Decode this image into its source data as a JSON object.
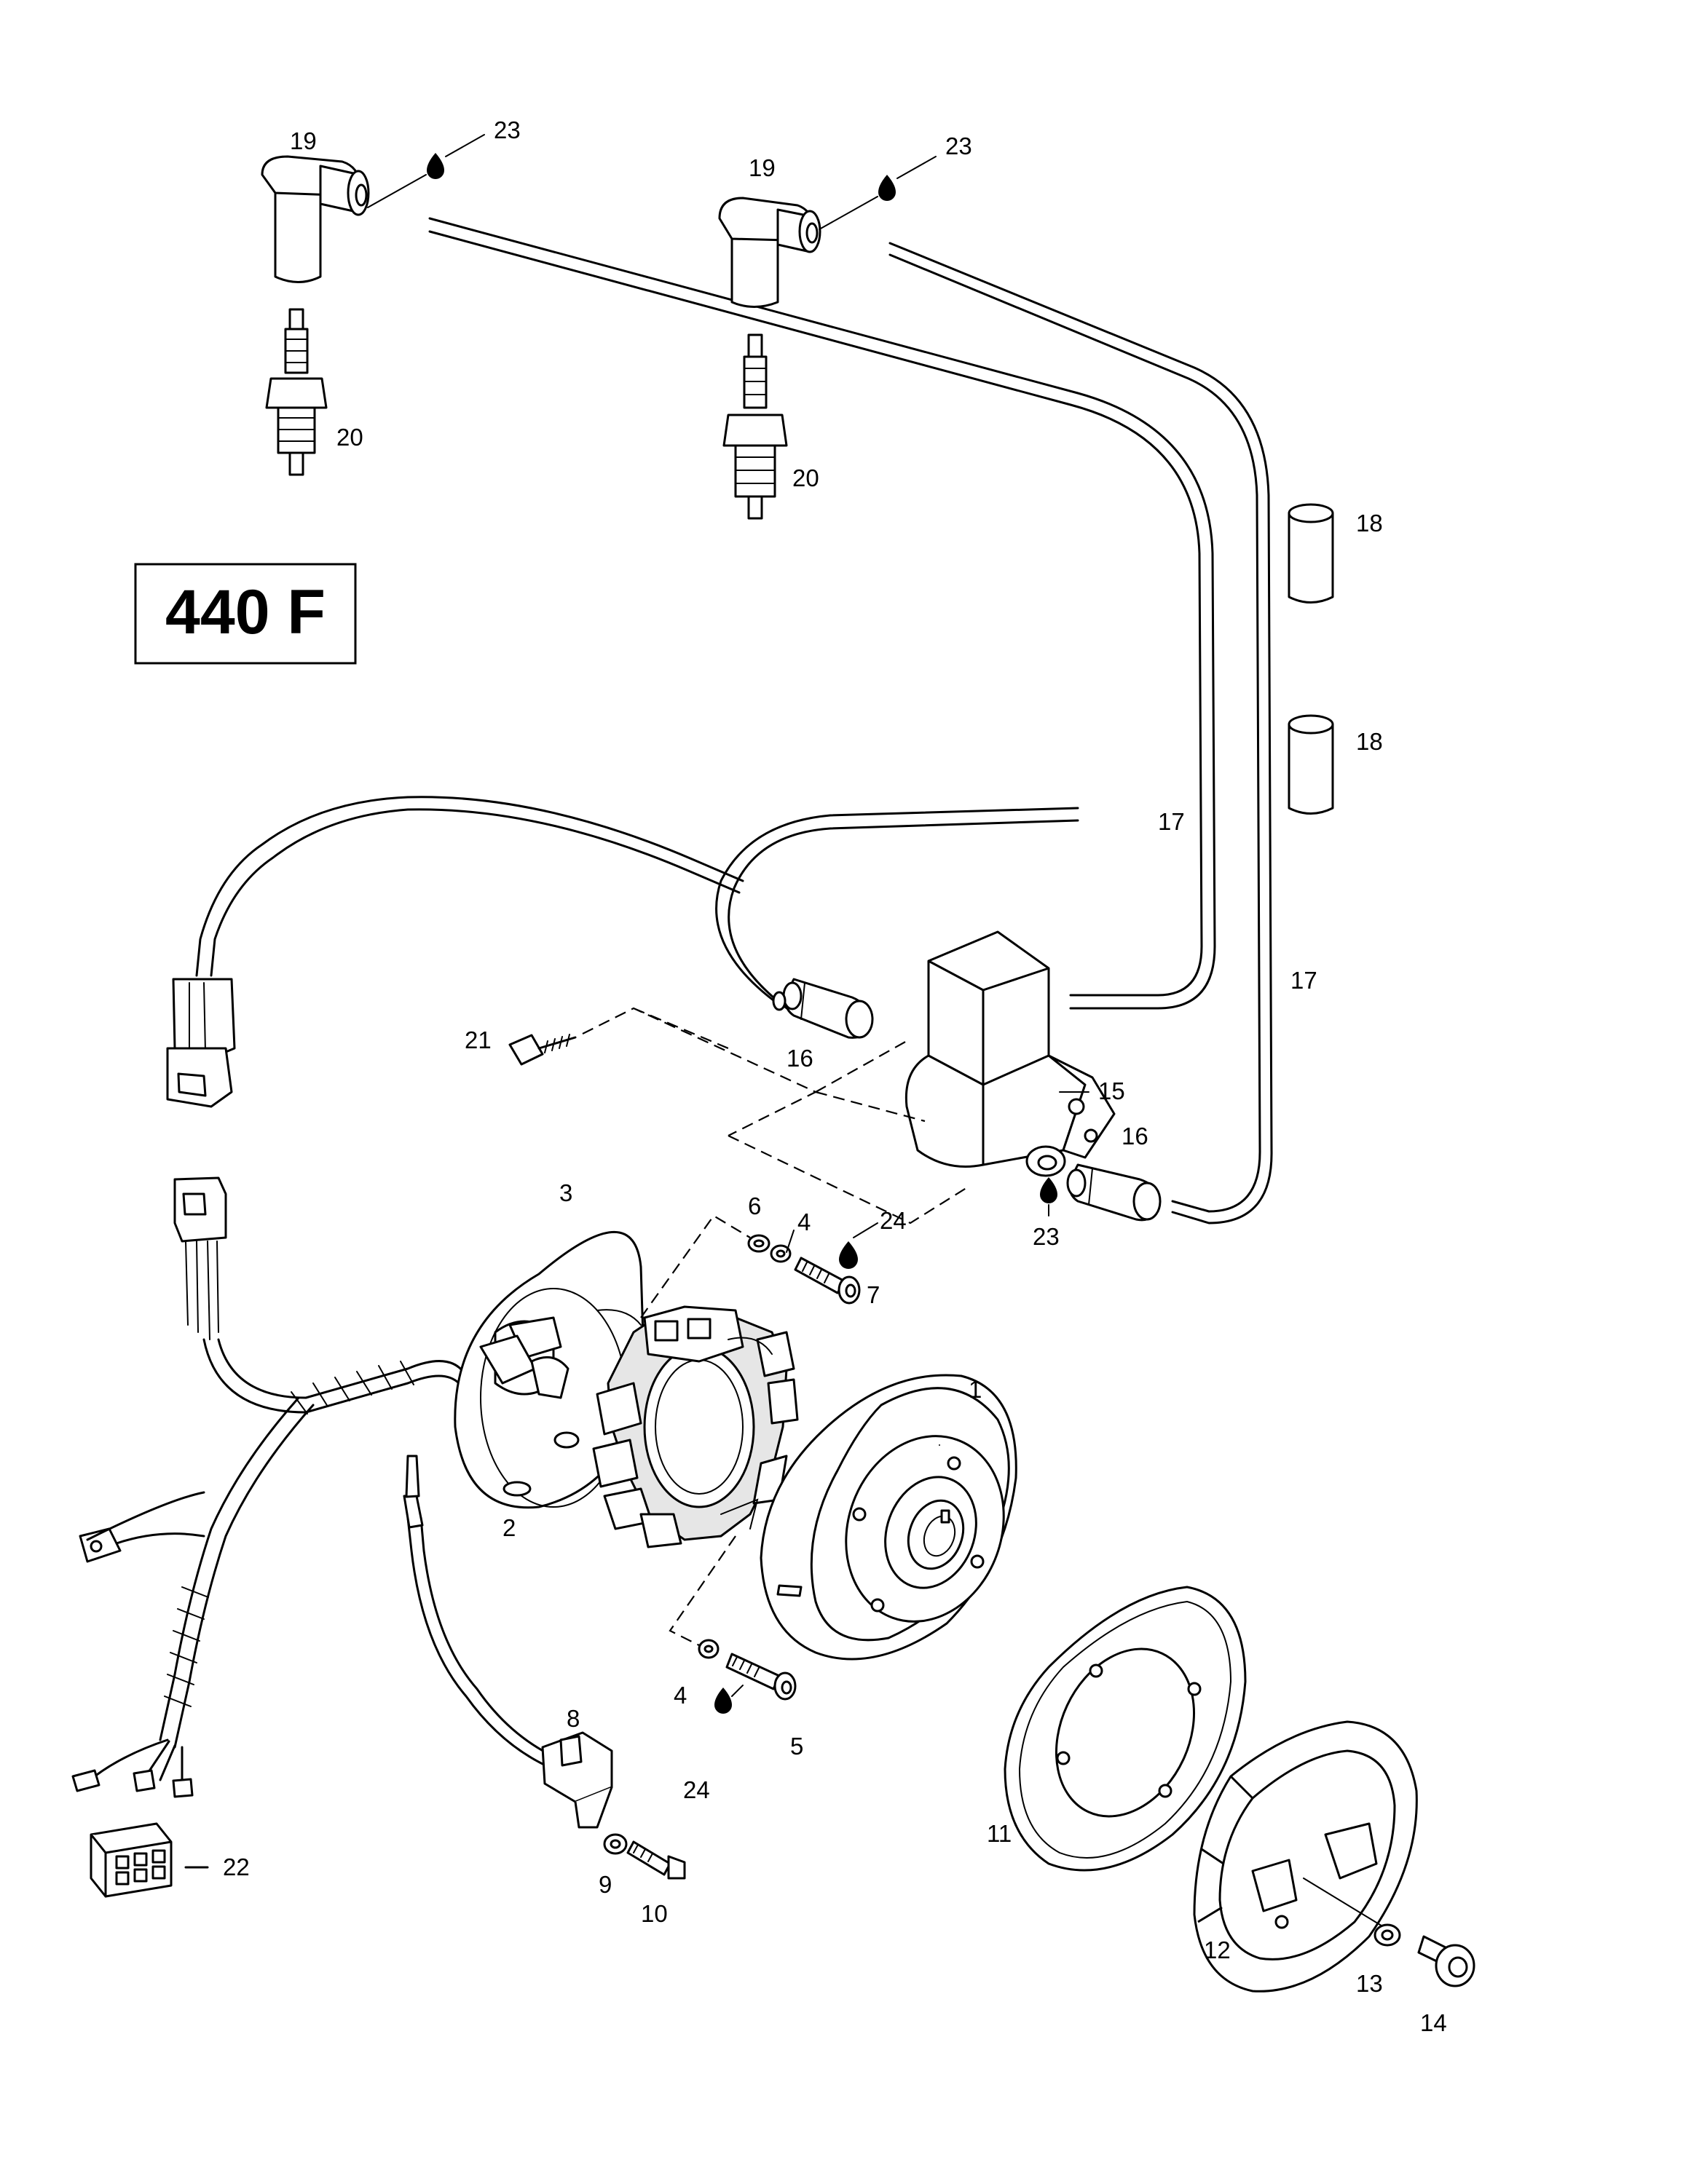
{
  "model_label": "440 F",
  "callouts": {
    "c1": "1",
    "c2": "2",
    "c3": "3",
    "c4a": "4",
    "c4b": "4",
    "c5": "5",
    "c6": "6",
    "c7": "7",
    "c8": "8",
    "c9": "9",
    "c10": "10",
    "c11": "11",
    "c12": "12",
    "c13": "13",
    "c14": "14",
    "c15": "15",
    "c16a": "16",
    "c16b": "16",
    "c17a": "17",
    "c17b": "17",
    "c18a": "18",
    "c18b": "18",
    "c19a": "19",
    "c19b": "19",
    "c20a": "20",
    "c20b": "20",
    "c21": "21",
    "c22": "22",
    "c23a": "23",
    "c23b": "23",
    "c23c": "23",
    "c24a": "24",
    "c24b": "24"
  }
}
